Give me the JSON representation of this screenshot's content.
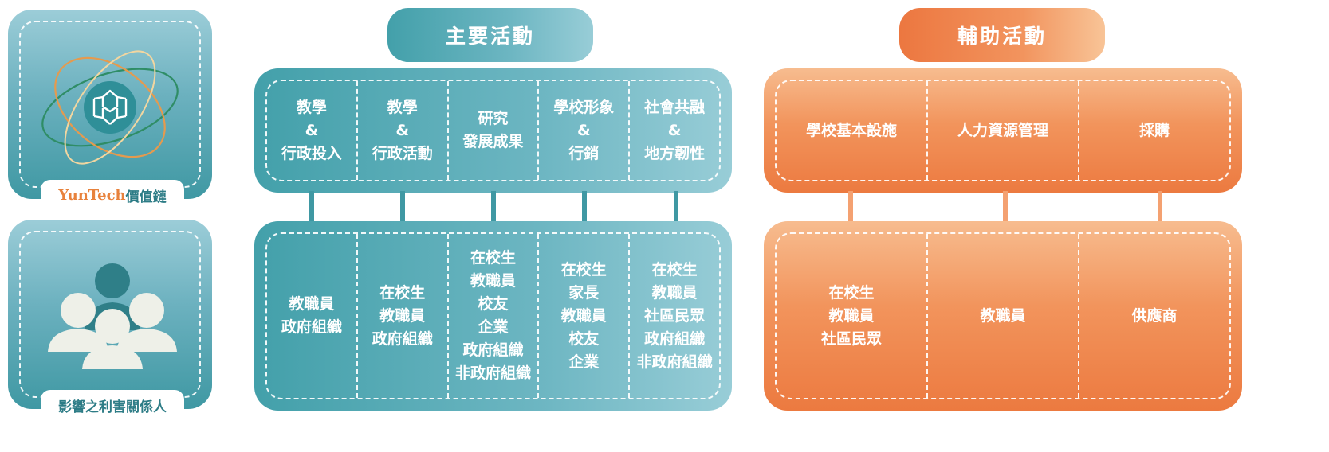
{
  "logo_panel": {
    "brand": "YunTech",
    "brand_suffix": "價值鏈"
  },
  "stakeholder_panel": {
    "label": "影響之利害關係人"
  },
  "primary": {
    "title": "主要活動",
    "activities": [
      "教學\n&\n行政投入",
      "教學\n&\n行政活動",
      "研究\n發展成果",
      "學校形象\n&\n行銷",
      "社會共融\n&\n地方韌性"
    ],
    "stakeholders": [
      "教職員\n政府組織",
      "在校生\n教職員\n政府組織",
      "在校生\n教職員\n校友\n企業\n政府組織\n非政府組織",
      "在校生\n家長\n教職員\n校友\n企業",
      "在校生\n教職員\n社區民眾\n政府組織\n非政府組織"
    ]
  },
  "support": {
    "title": "輔助活動",
    "activities": [
      "學校基本設施",
      "人力資源管理",
      "採購"
    ],
    "stakeholders": [
      "在校生\n教職員\n社區民眾",
      "教職員",
      "供應商"
    ]
  },
  "colors": {
    "teal": "#3f98a3",
    "orange": "#ec7a40"
  }
}
